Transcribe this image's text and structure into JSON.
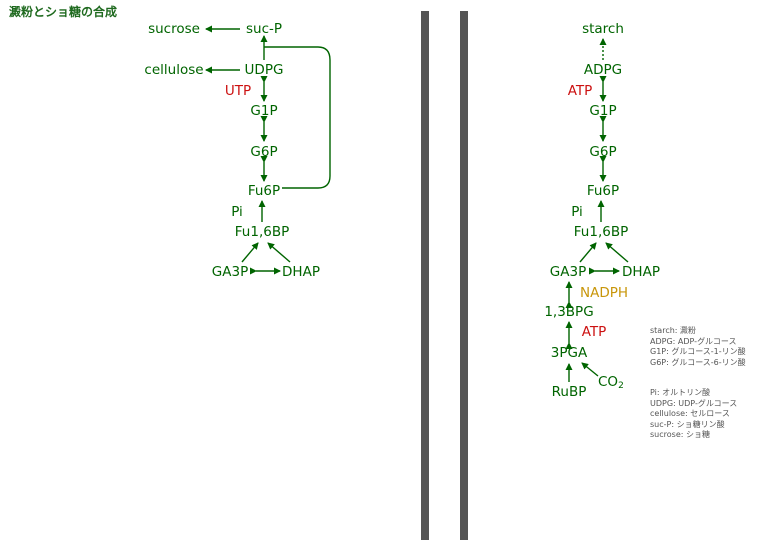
{
  "title": "澱粉とショ糖の合成",
  "colors": {
    "metabolite": "#006400",
    "energy": "#cc1111",
    "nadph": "#c8960a",
    "divider": "#555555",
    "legend_text": "#555555"
  },
  "left_pathway": {
    "sucrose": "sucrose",
    "suc_p": "suc-P",
    "cellulose": "cellulose",
    "udpg": "UDPG",
    "utp": "UTP",
    "g1p": "G1P",
    "g6p": "G6P",
    "fu6p": "Fu6P",
    "pi": "Pi",
    "fu16bp": "Fu1,6BP",
    "ga3p": "GA3P",
    "dhap": "DHAP"
  },
  "right_pathway": {
    "starch": "starch",
    "adpg": "ADPG",
    "atp_top": "ATP",
    "g1p": "G1P",
    "g6p": "G6P",
    "fu6p": "Fu6P",
    "pi": "Pi",
    "fu16bp": "Fu1,6BP",
    "ga3p": "GA3P",
    "dhap": "DHAP",
    "nadph": "NADPH",
    "bpg": "1,3BPG",
    "atp_bottom": "ATP",
    "pga": "3PGA",
    "rubp": "RuBP",
    "co2": "CO",
    "co2_sub": "2"
  },
  "legend_group1": [
    "starch: 澱粉",
    "ADPG: ADP-グルコース",
    "G1P: グルコース-1-リン酸",
    "G6P: グルコース-6-リン酸"
  ],
  "legend_group2": [
    "Pi: オルトリン酸",
    "UDPG: UDP-グルコース",
    "cellulose: セルロース",
    "suc-P: ショ糖リン酸",
    "sucrose: ショ糖"
  ]
}
